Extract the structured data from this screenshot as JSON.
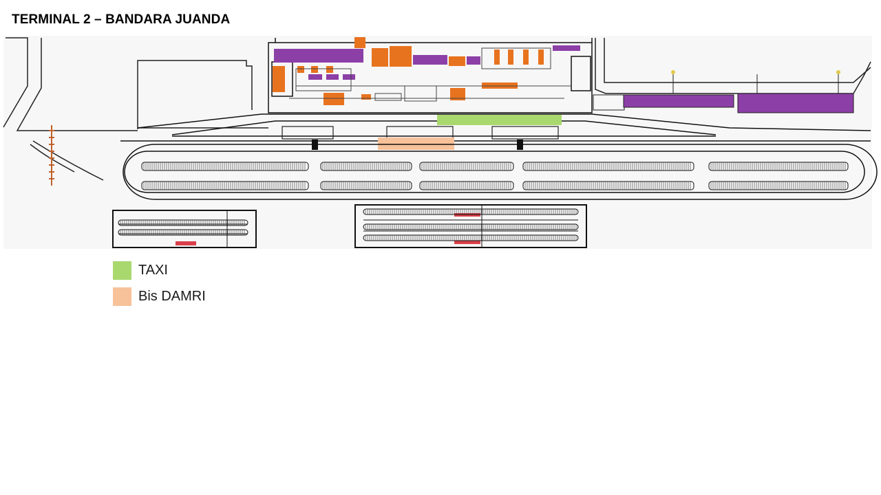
{
  "title": "TERMINAL 2 – BANDARA JUANDA",
  "legend": [
    {
      "label": "TAXI",
      "color": "#a9d86e"
    },
    {
      "label": "Bis DAMRI",
      "color": "#f7c29a"
    }
  ],
  "colors": {
    "purple": "#8c3fa6",
    "orange": "#e8731f",
    "taxi": "#a9d86e",
    "damri": "#f7c29a",
    "line": "#111111"
  }
}
